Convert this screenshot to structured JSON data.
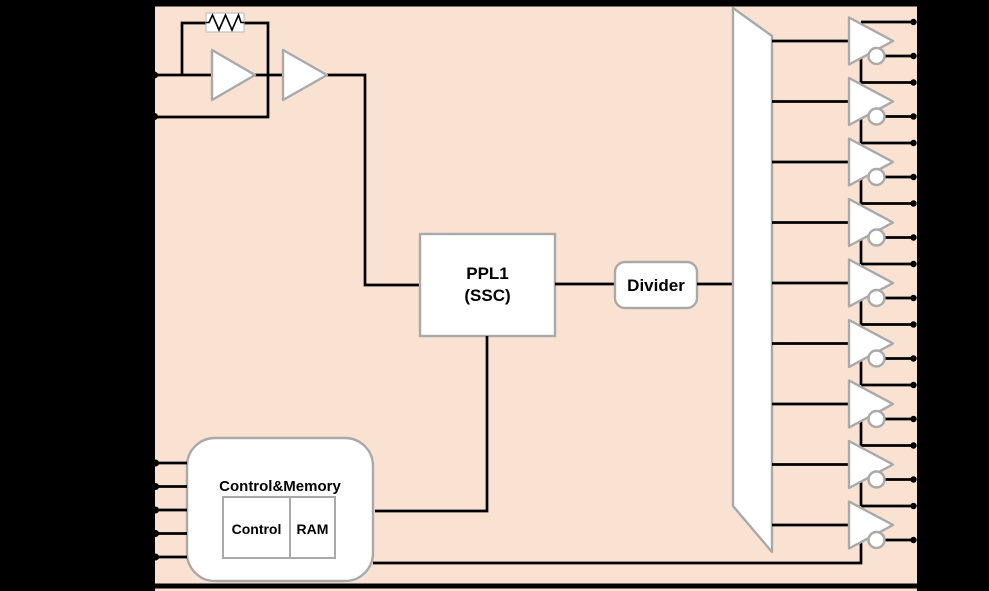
{
  "diagram": {
    "type": "block-diagram",
    "description": "Clock generator IC block diagram",
    "colors": {
      "background": "#000000",
      "chip_fill": "#fae2d2",
      "wire": "#000000",
      "block_fill": "#ffffff",
      "block_border": "#a9a9a9",
      "text": "#000000"
    },
    "oscillator": {
      "feedback_resistor_icon": "resistor-zigzag",
      "amplifier_count": 2,
      "crystal_pin_count": 2
    },
    "blocks": {
      "pll": {
        "label_line1": "PPL1",
        "label_line2": "(SSC)"
      },
      "divider": {
        "label": "Divider"
      },
      "control_memory": {
        "title": "Control&Memory",
        "sub_blocks": [
          {
            "label": "Control"
          },
          {
            "label": "RAM"
          }
        ]
      }
    },
    "clock_distribution_icon": "trapezoid",
    "output_buffers": {
      "count": 9,
      "outputs_per_buffer": 2,
      "inverter_bubble": true
    },
    "control_inputs": {
      "count": 5
    }
  }
}
